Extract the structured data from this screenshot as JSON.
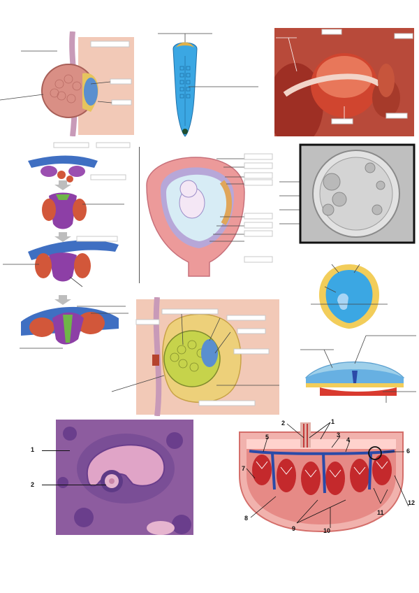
{
  "worksheet": {
    "photo_labels": [
      "1",
      "2"
    ],
    "placenta_labels": [
      "1",
      "2",
      "3",
      "4",
      "5",
      "6",
      "7",
      "8",
      "9",
      "10",
      "11",
      "12"
    ]
  },
  "colors": {
    "tissue_pink": "#f2c9b7",
    "uterine_wall": "#e8a9a0",
    "amnion_blue": "#4b8fd9",
    "yolk_yellow": "#e5c15a",
    "histology_purple": "#6a3e8c"
  }
}
